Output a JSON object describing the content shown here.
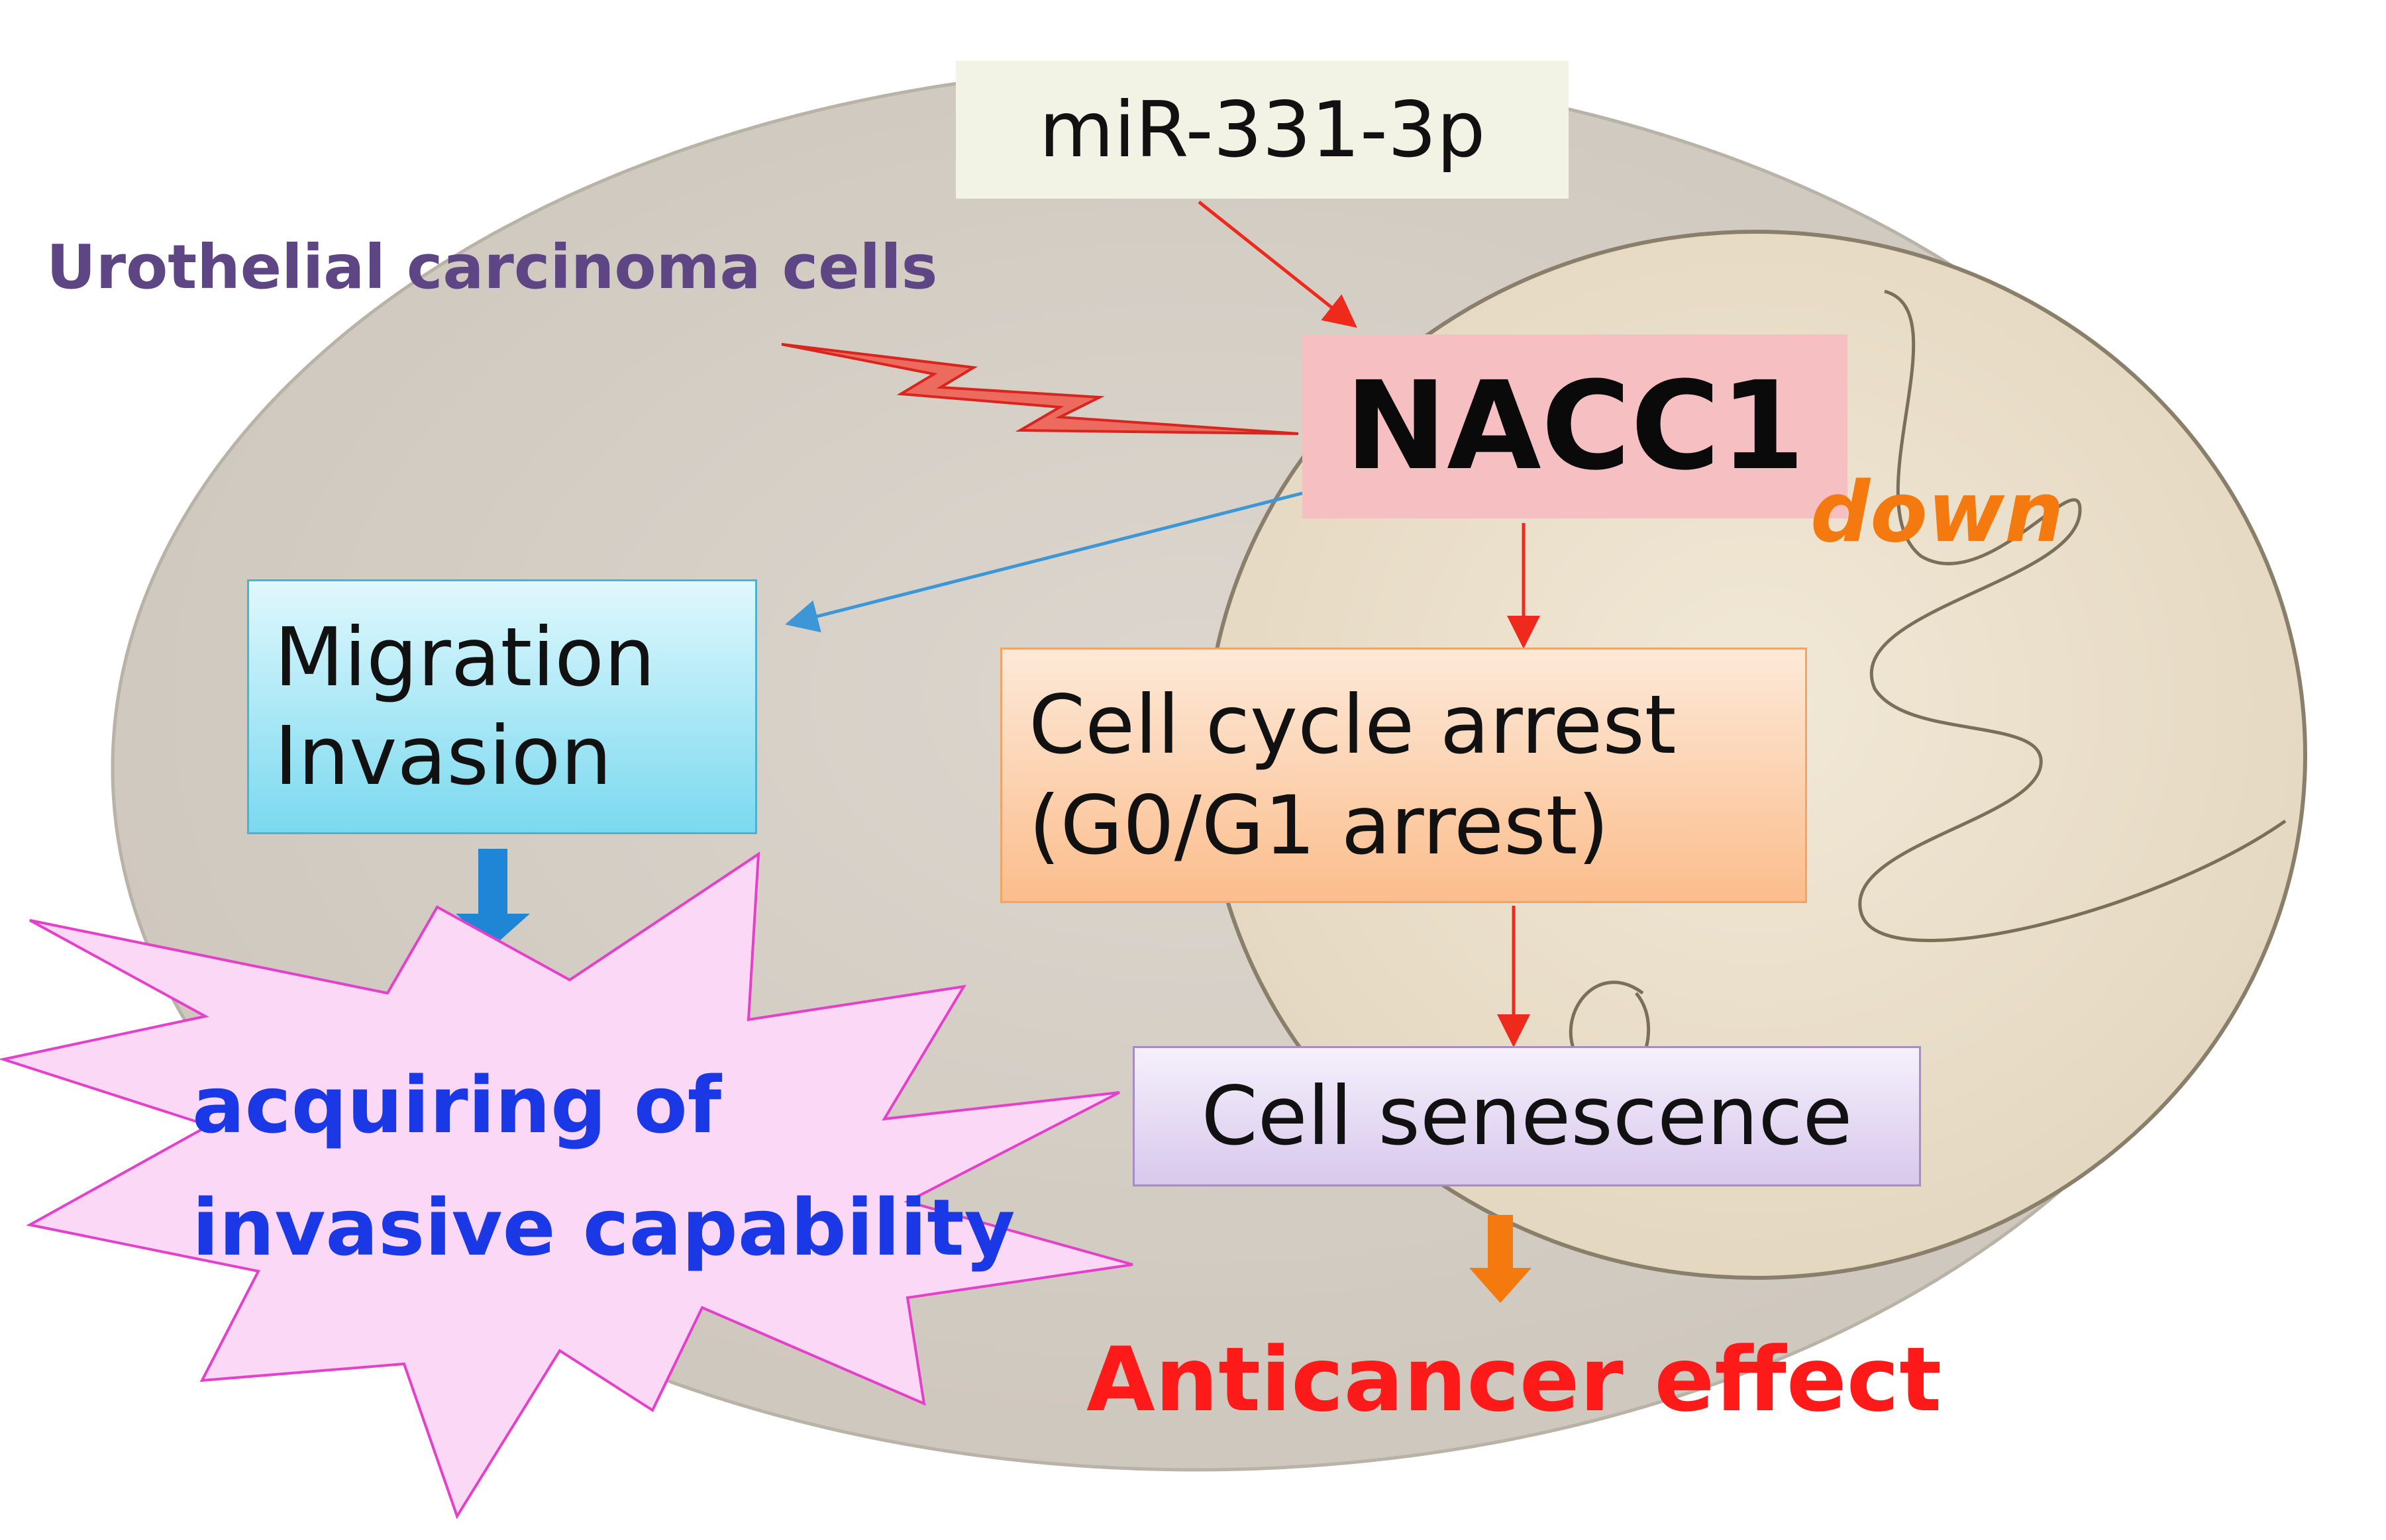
{
  "diagram": {
    "region_label": "Urothelial carcinoma cells",
    "mirna": "miR-331-3p",
    "target": "NACC1",
    "target_state": "down",
    "left_box": {
      "line1": "Migration",
      "line2": "Invasion"
    },
    "middle_box": {
      "line1": "Cell cycle arrest",
      "line2": "(G0/G1 arrest)"
    },
    "lower_box": "Cell senescence",
    "burst": {
      "line1": "acquiring of",
      "line2": "invasive capability"
    },
    "outcome": "Anticancer effect"
  },
  "colors": {
    "cell_fill": "#d6d0c8",
    "nucleus_fill": "#ece2cf",
    "nacc_fill": "#f6bfc2",
    "red_arrow": "#ee2a1d",
    "blue_arrow": "#3d97d6",
    "burst_fill": "#fbd8f6",
    "burst_stroke": "#e440c9"
  }
}
